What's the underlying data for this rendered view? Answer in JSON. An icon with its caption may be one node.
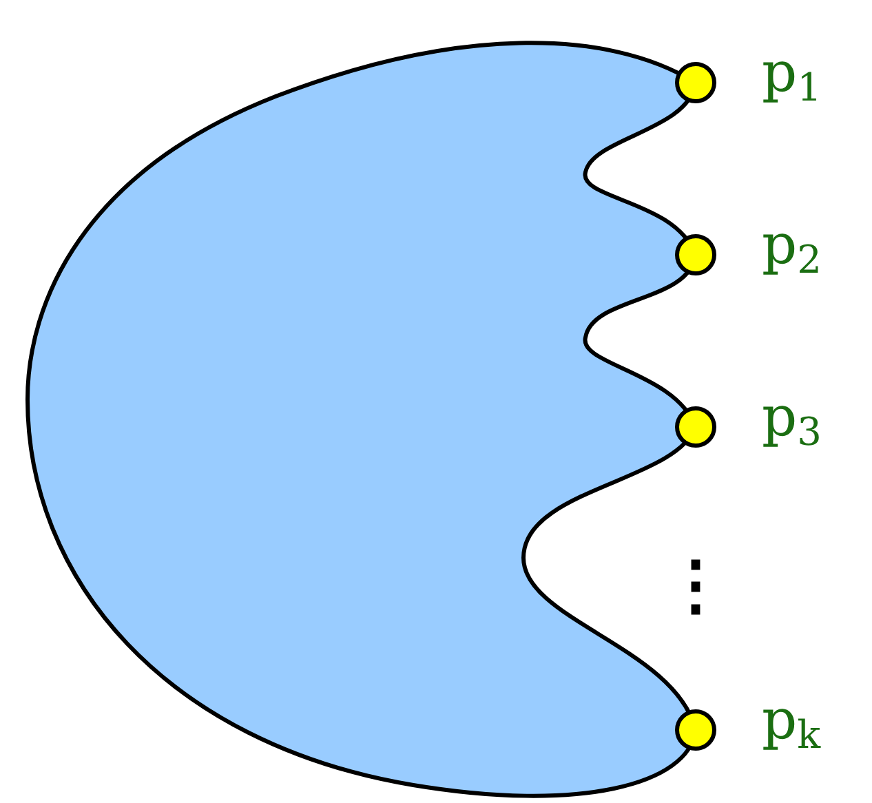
{
  "diagram": {
    "nodes": [
      {
        "text": [],
        "shape": "circle",
        "beside": [
          "p$_{1}$"
        ]
      },
      {
        "text": [],
        "shape": "circle",
        "beside": [
          "p$_{2}$"
        ]
      },
      {
        "text": [],
        "shape": "circle",
        "beside": [
          "p$_{3}$"
        ]
      },
      {
        "text": [],
        "shape": "circle",
        "beside": [
          "p$_{k}$"
        ]
      }
    ],
    "labels": [
      "⋮"
    ]
  }
}
